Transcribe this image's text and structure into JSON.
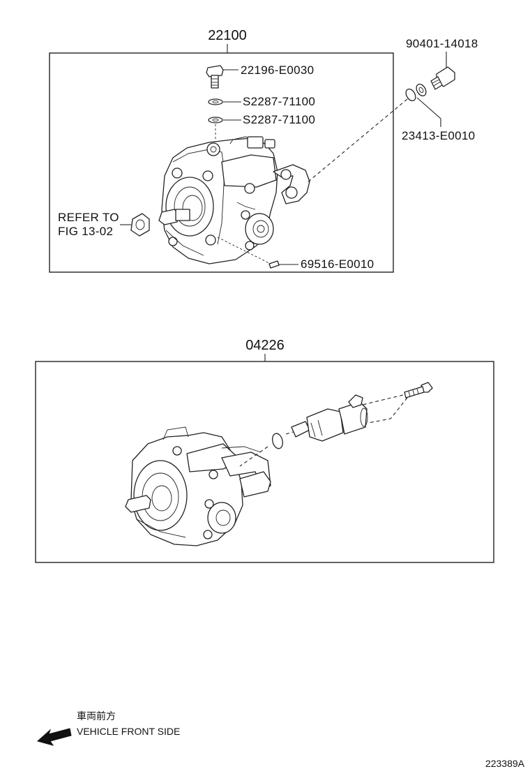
{
  "groups": {
    "upper": {
      "number": "22100"
    },
    "lower": {
      "number": "04226"
    }
  },
  "callouts": {
    "bolt": "22196-E0030",
    "gasket_1": "S2287-71100",
    "gasket_2": "S2287-71100",
    "union_bolt": "90401-14018",
    "gasket_union": "23413-E0010",
    "key": "69516-E0010",
    "refer_line1": "REFER TO",
    "refer_line2": "FIG 13-02"
  },
  "legend": {
    "jp_label": "車両前方",
    "en_label": "VEHICLE FRONT SIDE"
  },
  "figure_code": "223389A"
}
